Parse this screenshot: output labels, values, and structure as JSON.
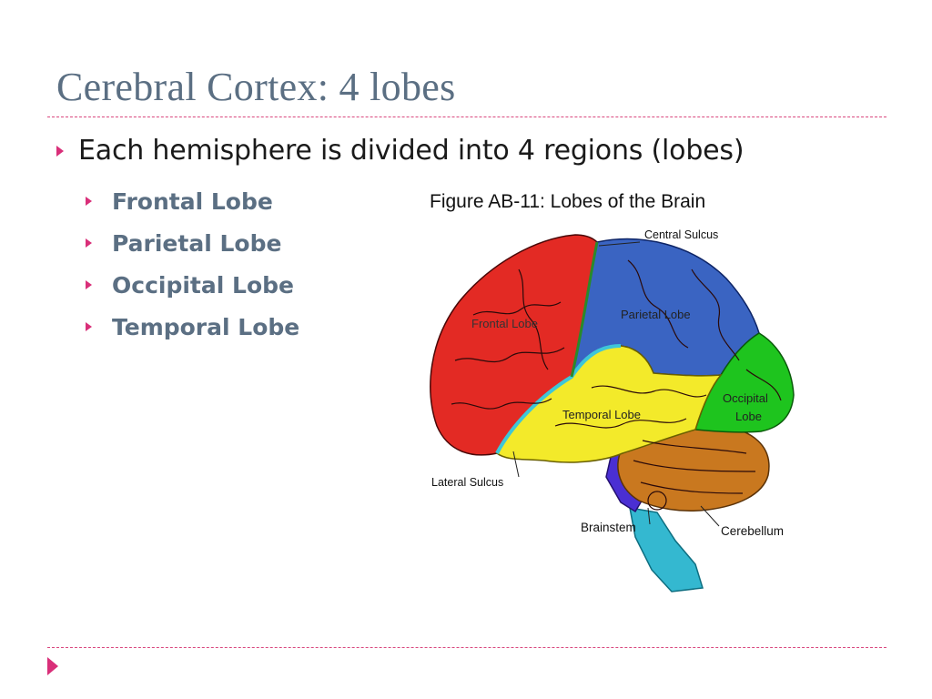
{
  "slide": {
    "title": "Cerebral Cortex: 4 lobes",
    "main_bullet": "Each hemisphere is divided into 4 regions (lobes)",
    "sub_bullets": [
      "Frontal Lobe",
      "Parietal Lobe",
      "Occipital Lobe",
      "Temporal Lobe"
    ]
  },
  "figure": {
    "title": "Figure AB-11: Lobes of the Brain",
    "labels": {
      "central_sulcus": "Central Sulcus",
      "frontal_lobe": "Frontal Lobe",
      "parietal_lobe": "Parietal Lobe",
      "occipital_line1": "Occipital",
      "occipital_line2": "Lobe",
      "temporal_lobe": "Temporal Lobe",
      "lateral_sulcus": "Lateral Sulcus",
      "brainstem": "Brainstem",
      "cerebellum": "Cerebellum"
    },
    "colors": {
      "frontal": "#e32a24",
      "parietal": "#3a64c2",
      "occipital": "#1ec41e",
      "temporal": "#f3ea2a",
      "cerebellum": "#c9781f",
      "brainstem": "#34b8d0",
      "accent": "#d92f79"
    }
  }
}
